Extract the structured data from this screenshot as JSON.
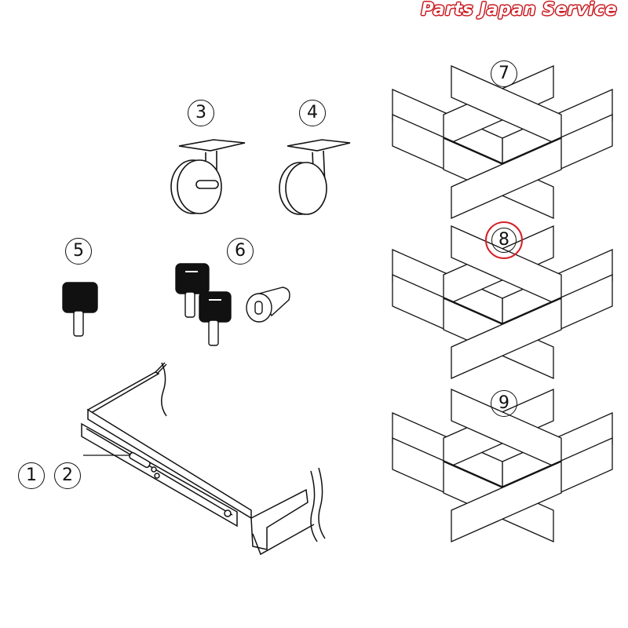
{
  "brand": {
    "text": "Parts Japan Service",
    "color": "#c8181e"
  },
  "highlight_color": "#d42027",
  "parts": [
    {
      "id": "1",
      "label": "1"
    },
    {
      "id": "2",
      "label": "2"
    },
    {
      "id": "3",
      "label": "3"
    },
    {
      "id": "4",
      "label": "4"
    },
    {
      "id": "5",
      "label": "5"
    },
    {
      "id": "6",
      "label": "6"
    },
    {
      "id": "7",
      "label": "7"
    },
    {
      "id": "8",
      "label": "8",
      "highlighted": true
    },
    {
      "id": "9",
      "label": "9"
    }
  ]
}
